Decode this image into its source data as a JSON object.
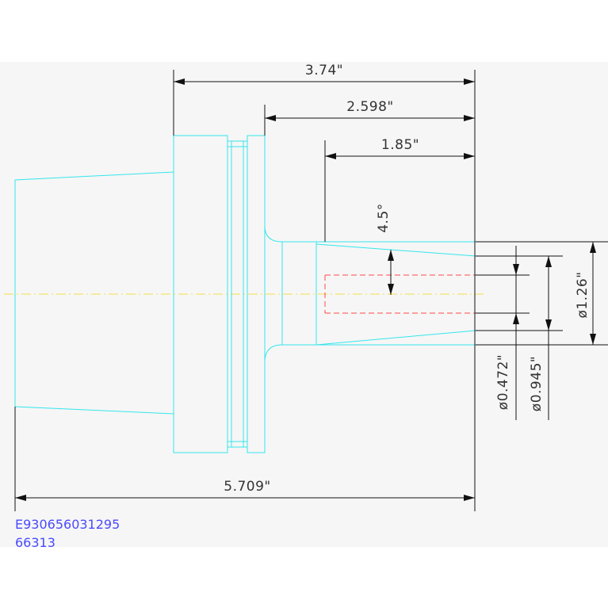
{
  "drawing": {
    "dimensions": {
      "overall_length": "5.709\"",
      "flange_to_end": "3.74\"",
      "shoulder_to_end": "2.598\"",
      "bore_depth": "1.85\"",
      "taper_angle": "4.5°",
      "bore_diameter": "ø0.472\"",
      "tip_diameter": "ø0.945\"",
      "nose_diameter": "ø1.26\""
    },
    "identifiers": {
      "part_number": "E930656031295",
      "reference": "66313"
    },
    "colors": {
      "outline": "#35e6ec",
      "dimension": "#111111",
      "hidden_bore": "#ff4a4a",
      "centerline": "#f2e04a",
      "id_text": "#4a4aff"
    }
  }
}
